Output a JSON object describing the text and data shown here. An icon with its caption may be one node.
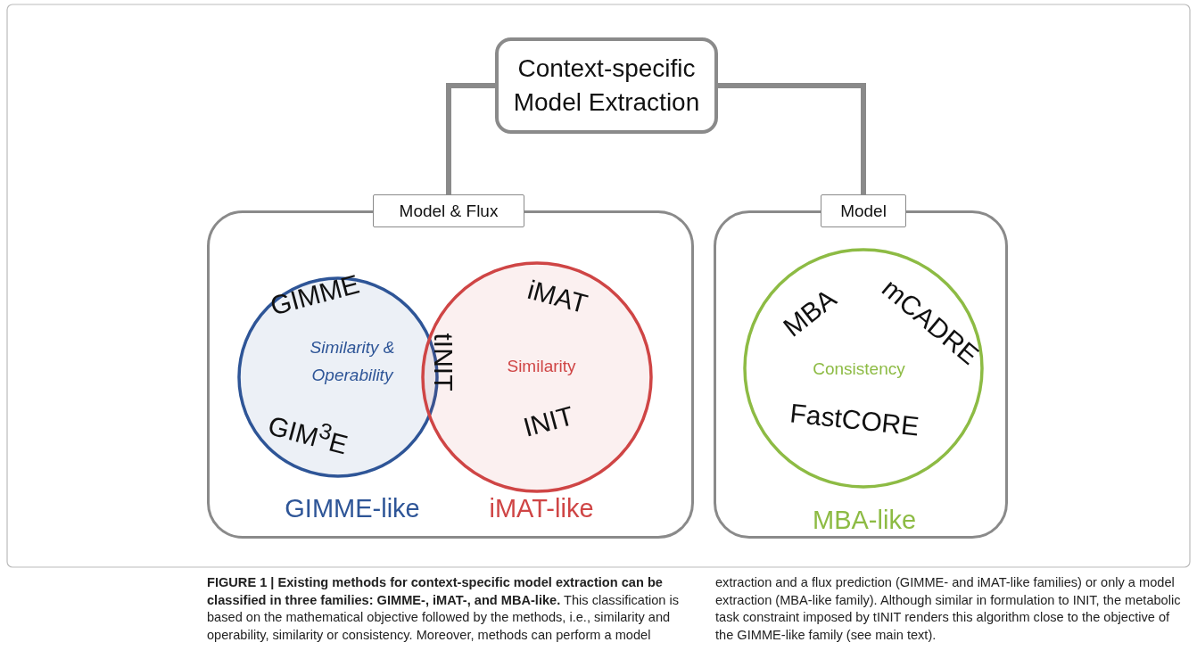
{
  "diagram": {
    "caption": "**FIGURE 1 | Existing methods for context-specific model extraction can be classified in three families: GIMME-, iMAT-, and MBA-like.** This classification is based on the mathematical objective followed by the methods, i.e., similarity and operability, similarity or consistency. Moreover, methods can perform a model extraction and a flux prediction (GIMME- and iMAT-like families) or only a model extraction (MBA-like family). Although similar in formulation to INIT, the metabolic task constraint imposed by tINIT renders this algorithm close to the objective of the GIMME-like family (see main text).",
    "nodes": [
      {
        "text": [
          "Context-specific Model Extraction"
        ]
      },
      {
        "text": [
          "Model & Flux"
        ]
      },
      {
        "text": [],
        "shape": "box"
      },
      {
        "text": [
          "GIMME",
          "Similarity & Operability",
          "GIM$^{3}$E",
          "GIMME-like"
        ],
        "in": 2
      },
      {
        "text": [
          "iMAT",
          "Similarity",
          "INIT",
          "iMAT-like"
        ],
        "in": 2
      },
      {
        "text": [
          "Model"
        ]
      },
      {
        "text": [],
        "shape": "box"
      },
      {
        "text": [
          "MBA",
          "mCADRE",
          "Consistency",
          "FastCORE",
          "MBA-like"
        ],
        "in": 6
      }
    ],
    "edges": [
      {
        "from": 0,
        "to": 1,
        "arrow": "none"
      },
      {
        "from": 0,
        "to": 5,
        "arrow": "none"
      }
    ],
    "labels": [
      "tINIT"
    ]
  }
}
